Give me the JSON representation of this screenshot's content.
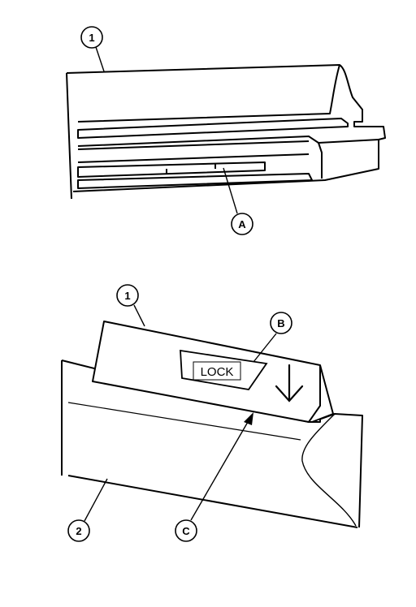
{
  "callouts": {
    "top_part_number": "1",
    "top_detail": "A",
    "bottom_part_number": "1",
    "bottom_detail_b": "B",
    "bottom_detail_c": "C",
    "bottom_part_number_2": "2"
  },
  "lock_label": "LOCK",
  "arrow_icon": "down-arrow-icon"
}
